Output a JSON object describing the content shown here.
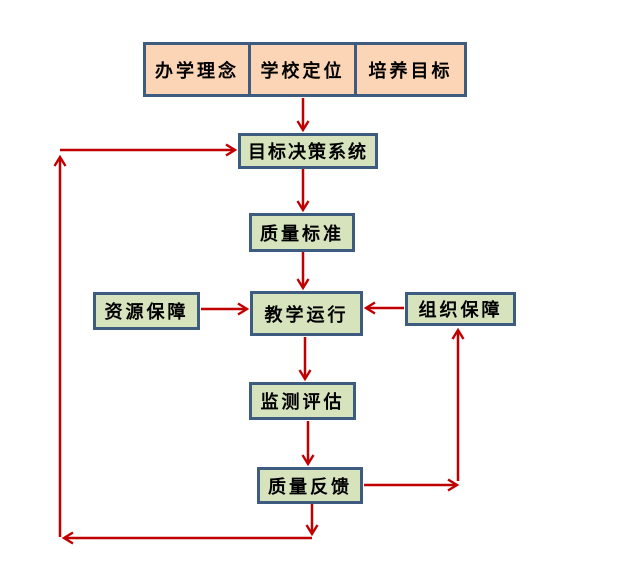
{
  "diagram": {
    "colors": {
      "orange_fill": "#FBD5B5",
      "green_fill": "#D6E3BC",
      "border": "#3E5C80",
      "arrow": "#C00000",
      "background": "#FFFFFF"
    },
    "nodes": [
      {
        "id": "philosophy",
        "label": "办学理念",
        "type": "orange"
      },
      {
        "id": "positioning",
        "label": "学校定位",
        "type": "orange"
      },
      {
        "id": "training-goal",
        "label": "培养目标",
        "type": "orange"
      },
      {
        "id": "decision",
        "label": "目标决策系统",
        "type": "green"
      },
      {
        "id": "standard",
        "label": "质量标准",
        "type": "green"
      },
      {
        "id": "resource",
        "label": "资源保障",
        "type": "green"
      },
      {
        "id": "operation",
        "label": "教学运行",
        "type": "green"
      },
      {
        "id": "organization",
        "label": "组织保障",
        "type": "green"
      },
      {
        "id": "monitoring",
        "label": "监测评估",
        "type": "green"
      },
      {
        "id": "feedback",
        "label": "质量反馈",
        "type": "green"
      }
    ],
    "edges": [
      {
        "name": "positioning-to-decision",
        "from": "positioning",
        "to": "decision",
        "points": [
          [
            303,
            98
          ],
          [
            303,
            130
          ]
        ]
      },
      {
        "name": "left-loop-into-decision",
        "from": "left-loop",
        "to": "decision",
        "points": [
          [
            60,
            150
          ],
          [
            235,
            150
          ]
        ]
      },
      {
        "name": "decision-to-standard",
        "from": "decision",
        "to": "standard",
        "points": [
          [
            303,
            169
          ],
          [
            303,
            210
          ]
        ]
      },
      {
        "name": "standard-to-operation",
        "from": "standard",
        "to": "operation",
        "points": [
          [
            303,
            252
          ],
          [
            303,
            288
          ]
        ]
      },
      {
        "name": "resource-to-operation",
        "from": "resource",
        "to": "operation",
        "points": [
          [
            201,
            309
          ],
          [
            247,
            309
          ]
        ]
      },
      {
        "name": "organization-to-operation",
        "from": "organization",
        "to": "operation",
        "points": [
          [
            404,
            308
          ],
          [
            366,
            308
          ]
        ]
      },
      {
        "name": "operation-to-monitoring",
        "from": "operation",
        "to": "monitoring",
        "points": [
          [
            305,
            337
          ],
          [
            305,
            379
          ]
        ]
      },
      {
        "name": "monitoring-to-feedback",
        "from": "monitoring",
        "to": "feedback",
        "points": [
          [
            308,
            421
          ],
          [
            308,
            464
          ]
        ]
      },
      {
        "name": "feedback-to-right-corner",
        "from": "feedback",
        "to": "right-loop",
        "points": [
          [
            364,
            485
          ],
          [
            457,
            485
          ]
        ]
      },
      {
        "name": "right-loop-to-organization",
        "from": "right-loop",
        "to": "organization",
        "points": [
          [
            458,
            481
          ],
          [
            458,
            330
          ]
        ]
      },
      {
        "name": "feedback-down",
        "from": "feedback",
        "to": "bottom-loop",
        "points": [
          [
            312,
            504
          ],
          [
            312,
            534
          ]
        ]
      },
      {
        "name": "bottom-loop-right-to-left",
        "from": "bottom-loop",
        "to": "left-loop",
        "points": [
          [
            312,
            538
          ],
          [
            64,
            538
          ]
        ]
      },
      {
        "name": "left-loop-bottom-to-top",
        "from": "left-loop",
        "to": "left-loop",
        "points": [
          [
            60,
            537
          ],
          [
            60,
            157
          ]
        ]
      }
    ]
  }
}
